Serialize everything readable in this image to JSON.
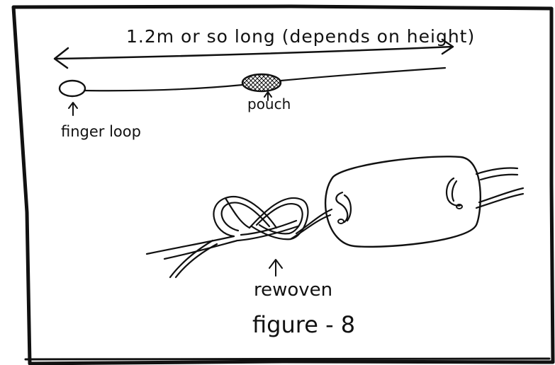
{
  "diagram": {
    "length_label": "1.2m or so long (depends on height)",
    "pouch_label": "pouch",
    "finger_loop_label": "finger loop",
    "knot_label_line1": "rewoven",
    "knot_label_line2": "figure - 8"
  },
  "colors": {
    "ink": "#111111",
    "paper": "#ffffff"
  }
}
